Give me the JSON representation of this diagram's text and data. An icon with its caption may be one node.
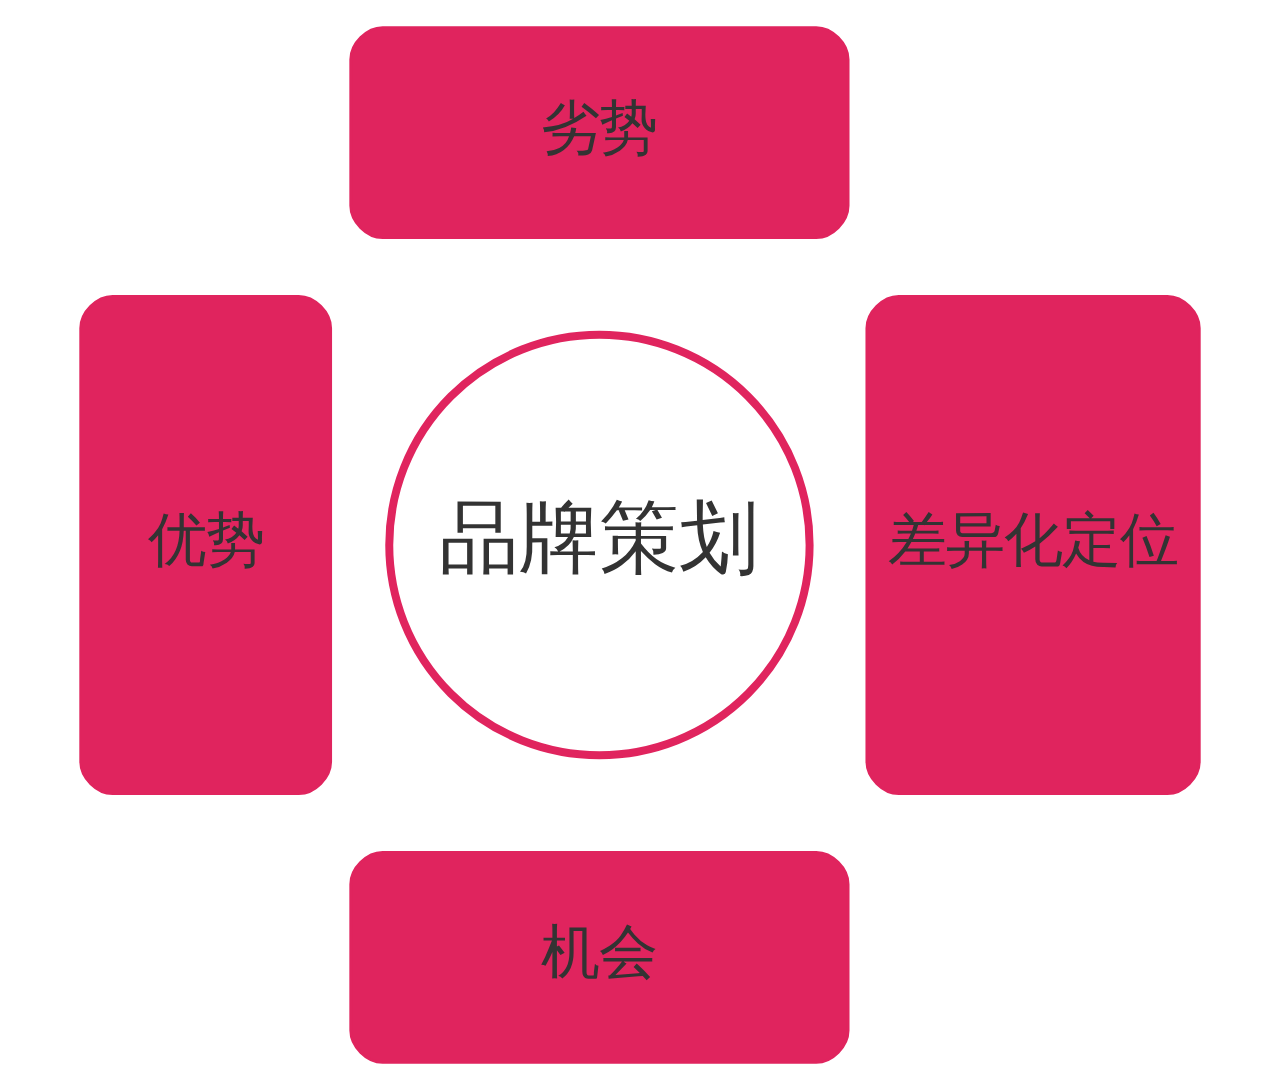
{
  "diagram": {
    "nodes": [
      {
        "text": [
          "劣势"
        ]
      },
      {
        "text": [
          "优势"
        ]
      },
      {
        "text": [
          "品牌策划"
        ]
      },
      {
        "text": [
          "差异化定位"
        ]
      },
      {
        "text": [
          "机会"
        ]
      }
    ]
  }
}
